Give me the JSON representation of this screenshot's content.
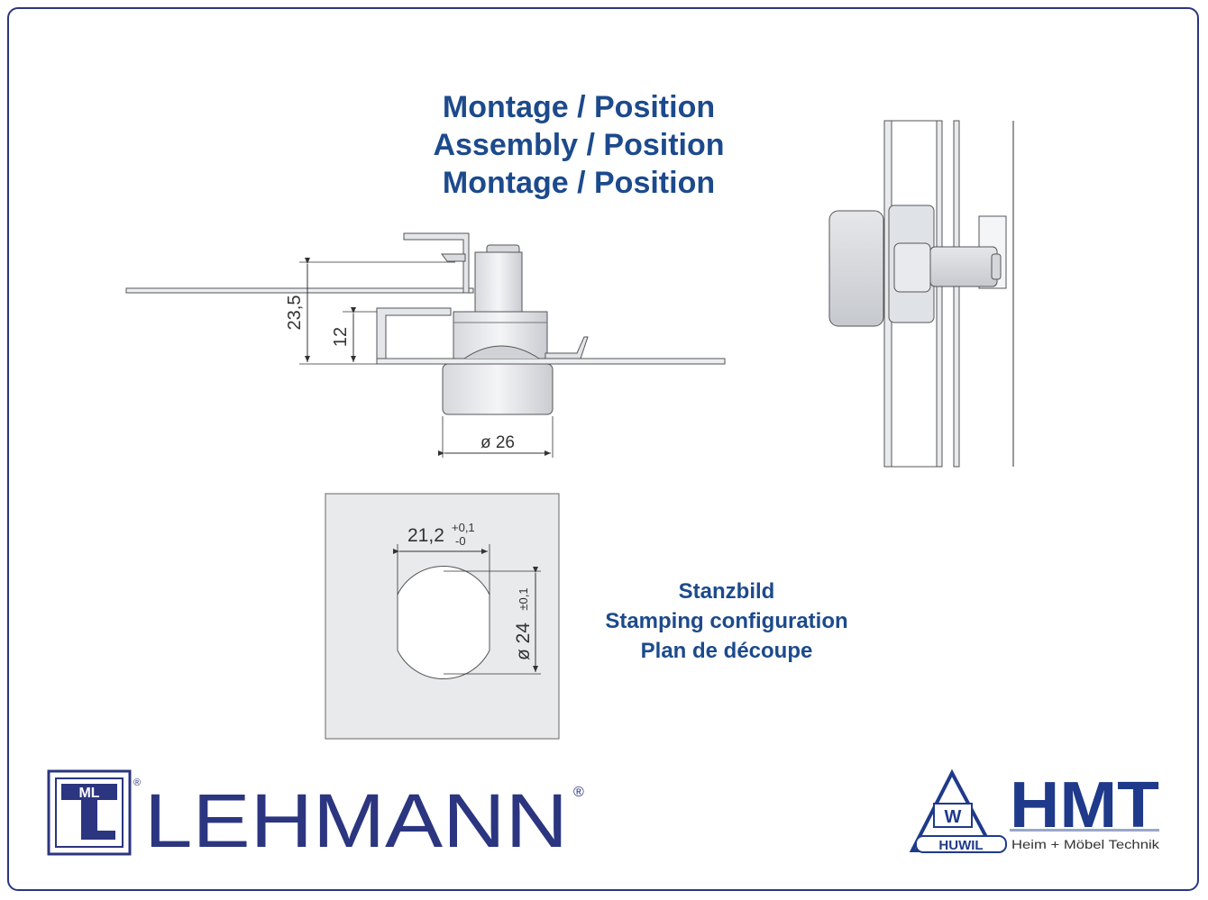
{
  "heading": {
    "line1": "Montage / Position",
    "line2": "Assembly / Position",
    "line3": "Montage / Position"
  },
  "stamping": {
    "line1": "Stanzbild",
    "line2": "Stamping configuration",
    "line3": "Plan de découpe"
  },
  "dimensions": {
    "height_total": "23,5",
    "height_inner": "12",
    "diameter_outer": "ø 26",
    "cutout_width": "21,2",
    "cutout_width_tol_plus": "+0,1",
    "cutout_width_tol_minus": "-0",
    "cutout_diameter": "ø 24",
    "cutout_diameter_tol": "±0,1"
  },
  "logos": {
    "lehmann_mark": "ML",
    "lehmann_name": "LEHMANN",
    "registered": "®",
    "huwil_w": "W",
    "huwil_name": "HUWIL",
    "hmt_name": "HMT",
    "hmt_tagline": "Heim + Möbel Technik"
  },
  "colors": {
    "frame": "#2b3580",
    "heading": "#1c4a8c",
    "lehmann": "#2b3580",
    "hmt": "#1f3a8a"
  }
}
